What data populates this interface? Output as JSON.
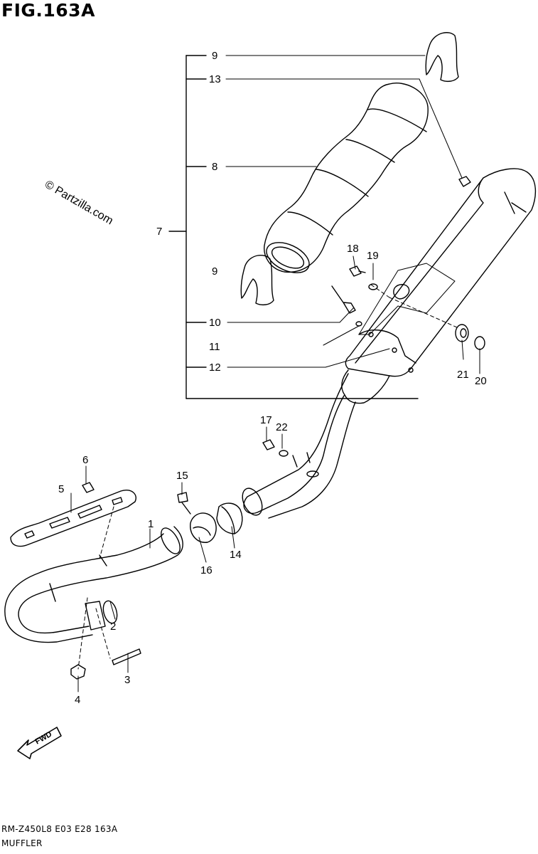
{
  "figure_title": "FIG.163A",
  "watermark": "© Partzilla.com",
  "fwd_label": "FWD",
  "footer": {
    "code": "RM-Z450L8  E03  E28  163A",
    "name": "MUFFLER"
  },
  "callouts": {
    "c1": "1",
    "c2": "2",
    "c3": "3",
    "c4": "4",
    "c5": "5",
    "c6": "6",
    "c7": "7",
    "c8": "8",
    "c9a": "9",
    "c9b": "9",
    "c10": "10",
    "c11": "11",
    "c12": "12",
    "c13": "13",
    "c14": "14",
    "c15": "15",
    "c16": "16",
    "c17": "17",
    "c18": "18",
    "c19": "19",
    "c20": "20",
    "c21": "21",
    "c22": "22"
  }
}
